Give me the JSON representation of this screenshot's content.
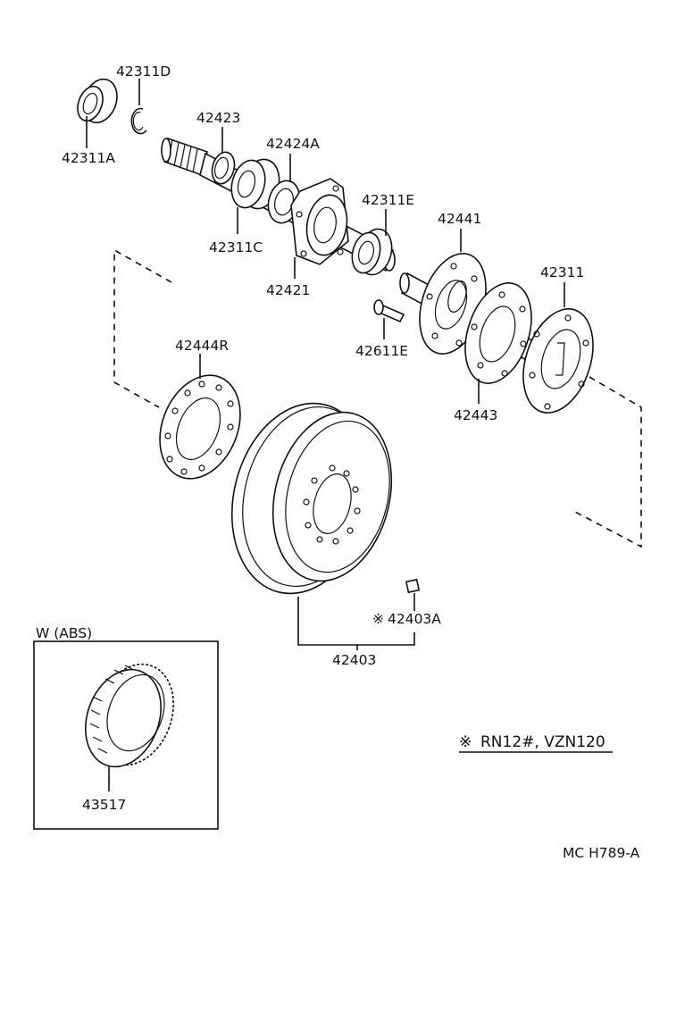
{
  "parts": {
    "p42311D": "42311D",
    "p42311A": "42311A",
    "p42423": "42423",
    "p42424A": "42424A",
    "p42311E": "42311E",
    "p42311C": "42311C",
    "p42421": "42421",
    "p42441": "42441",
    "p42311": "42311",
    "p42611E": "42611E",
    "p42444R": "42444R",
    "p42443": "42443",
    "p42403A": "42403A",
    "p42403": "42403",
    "p43517": "43517"
  },
  "abs_box": {
    "title": "W (ABS)"
  },
  "note": {
    "marker": "※",
    "text": "RN12#, VZN120"
  },
  "drawing_code": "MC H789-A"
}
